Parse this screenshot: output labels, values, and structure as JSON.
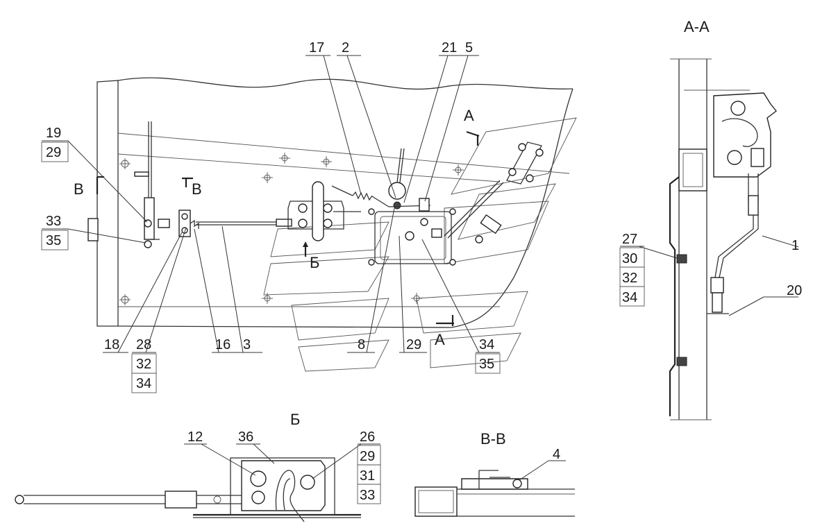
{
  "section_titles": {
    "view_a": "А-А",
    "view_b": "Б",
    "view_v": "В-В"
  },
  "cut_marks": {
    "a_top": "А",
    "a_bottom": "А",
    "b_mark": "Б",
    "v_left": "В",
    "v_right": "В"
  },
  "main_labels": {
    "n17": "17",
    "n2": "2",
    "n21": "21",
    "n5": "5",
    "n19": "19",
    "n29a": "29",
    "n33": "33",
    "n35a": "35",
    "n18": "18",
    "n28": "28",
    "n32a": "32",
    "n34a": "34",
    "n16": "16",
    "n3": "3",
    "n8": "8",
    "n29b": "29",
    "n34b": "34",
    "n35b": "35"
  },
  "aa_labels": {
    "n27": "27",
    "n30": "30",
    "n32": "32",
    "n34": "34",
    "n1": "1",
    "n20": "20"
  },
  "b_labels": {
    "n12": "12",
    "n36": "36",
    "n26": "26",
    "n29": "29",
    "n31": "31",
    "n33": "33"
  },
  "v_labels": {
    "n4": "4"
  }
}
